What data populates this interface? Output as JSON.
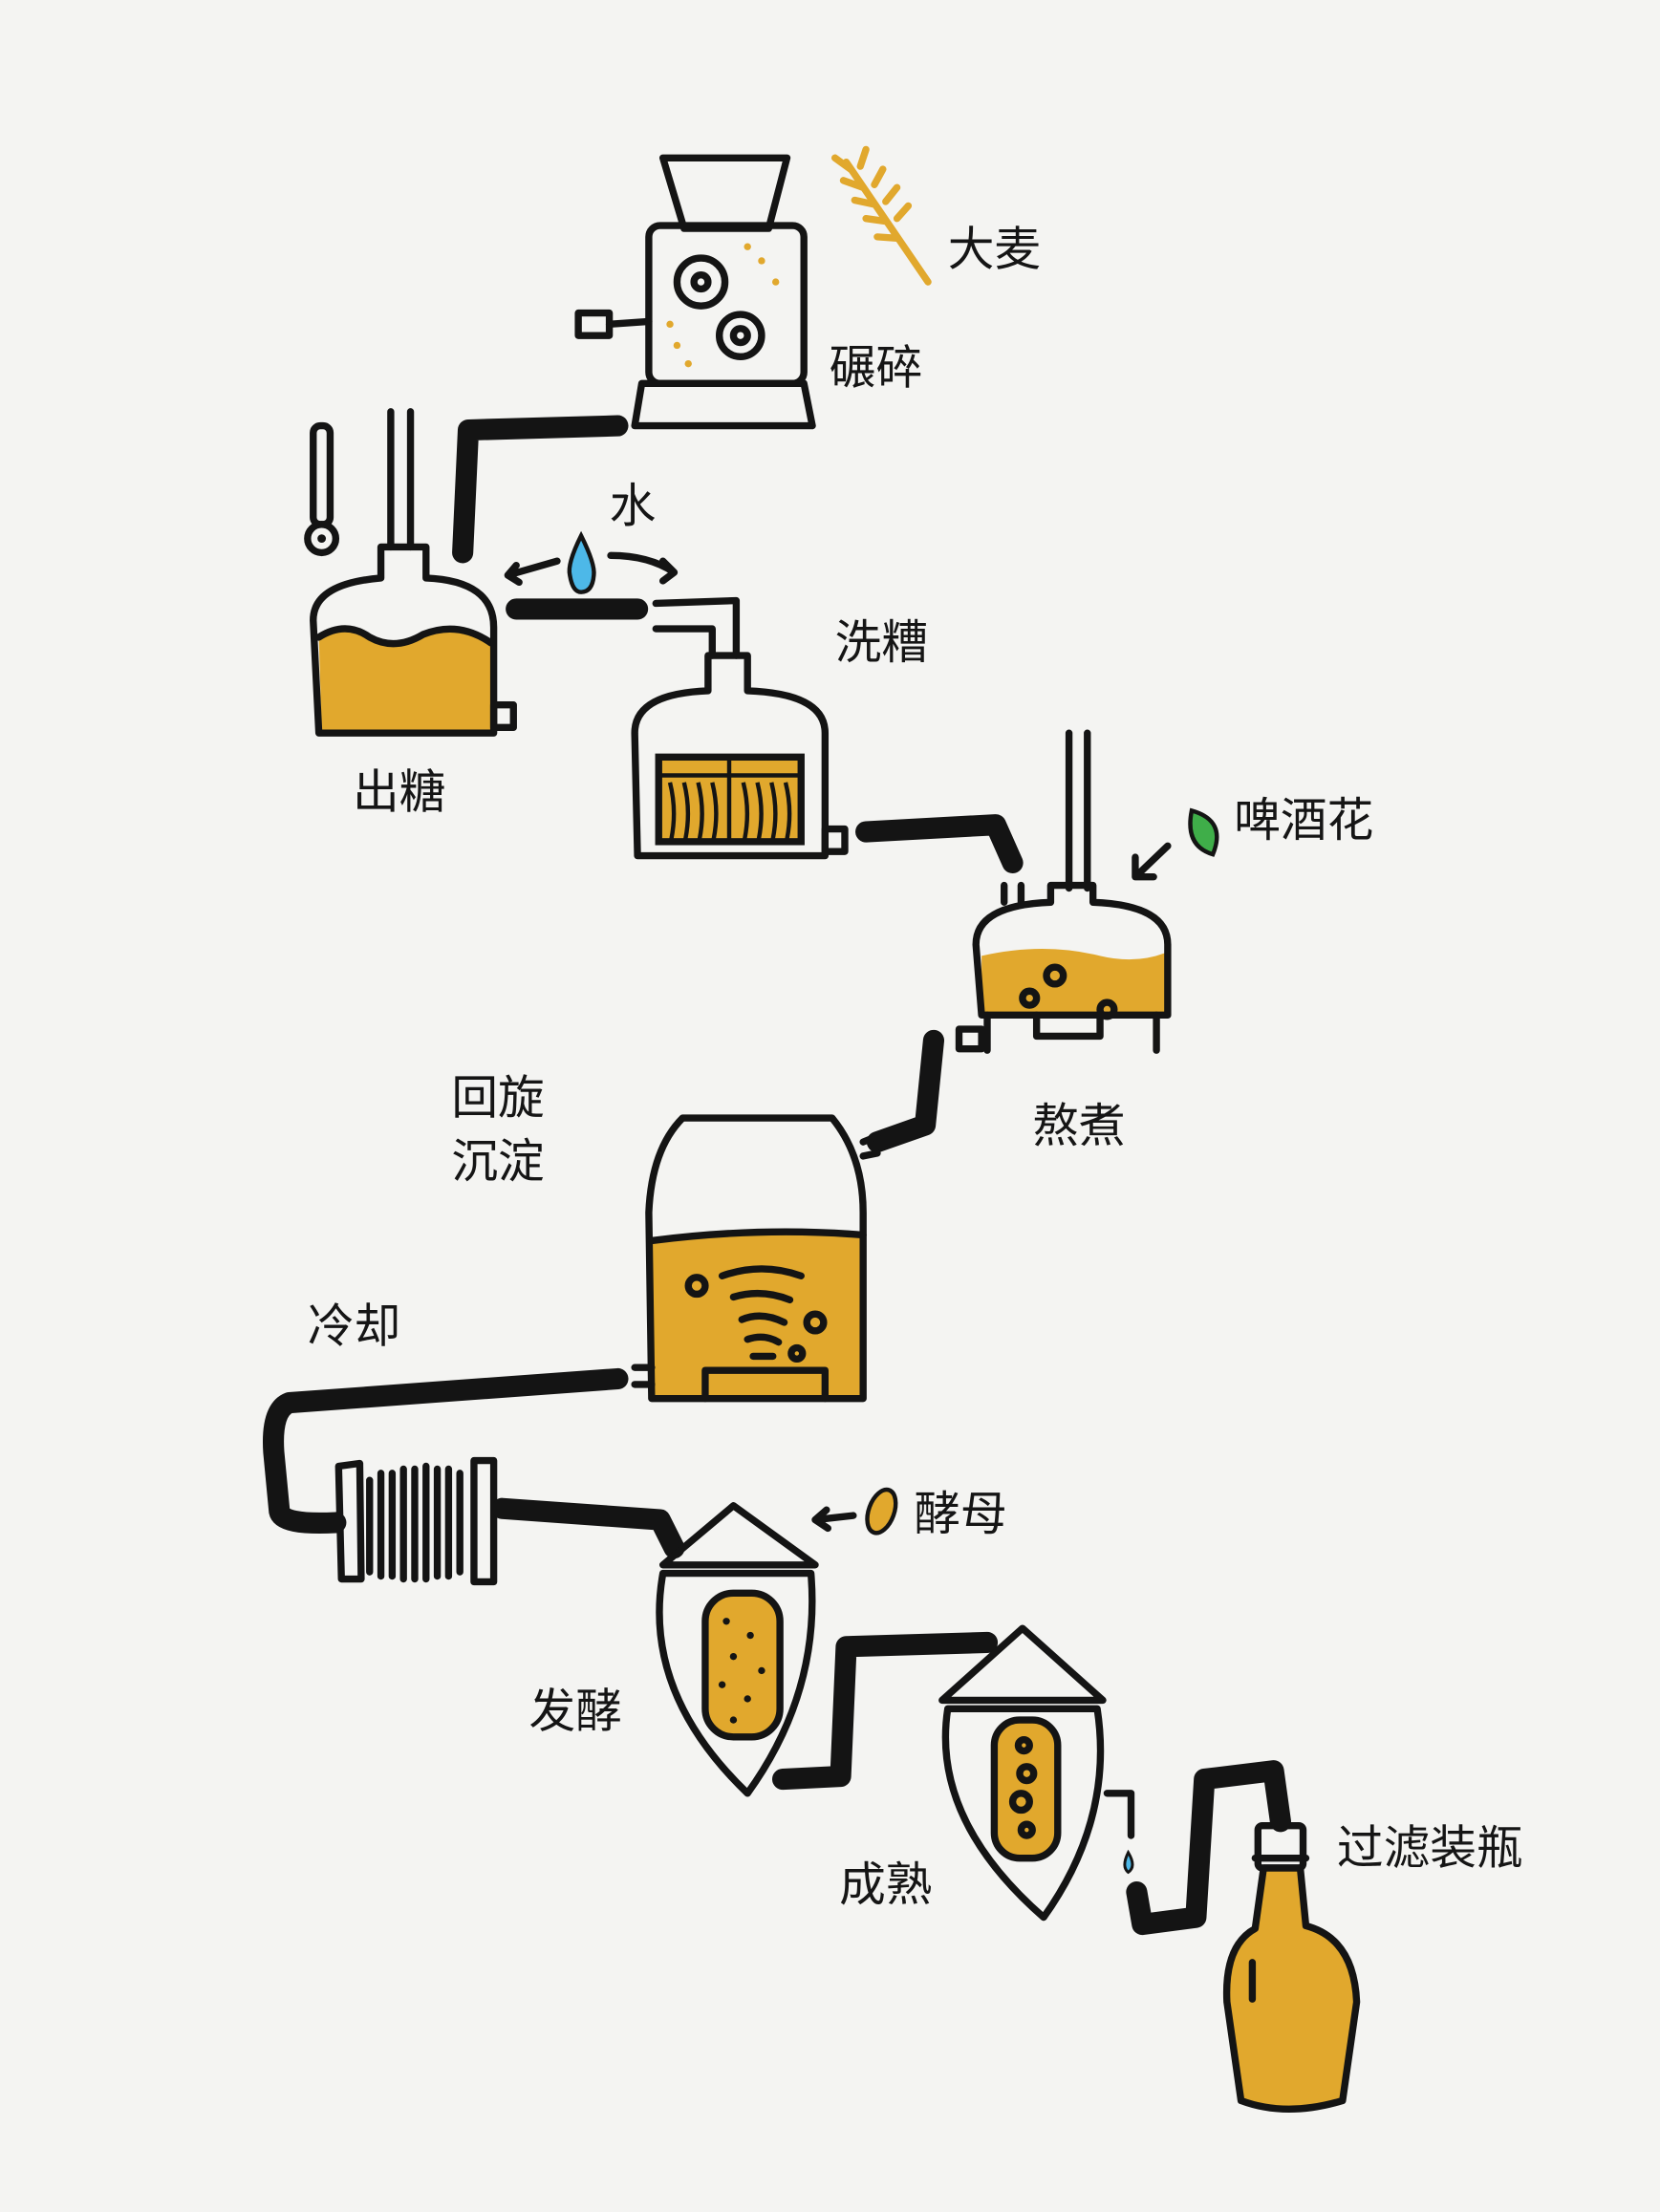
{
  "title": "啤酒酿造流程",
  "labels": {
    "barley": "大麦",
    "milling": "碾碎",
    "water": "水",
    "sparging": "洗糟",
    "wort": "出糖",
    "hops": "啤酒花",
    "boiling": "熬煮",
    "whirlpool_1": "回旋",
    "whirlpool_2": "沉淀",
    "cooling": "冷却",
    "yeast": "酵母",
    "fermentation": "发酵",
    "maturation": "成熟",
    "filter_bottle": "过滤装瓶"
  },
  "colors": {
    "background": "#f4f4f2",
    "wort": "#E1A82D",
    "ink": "#141414",
    "water": "#4DB8E8",
    "hop": "#3FAE49"
  }
}
